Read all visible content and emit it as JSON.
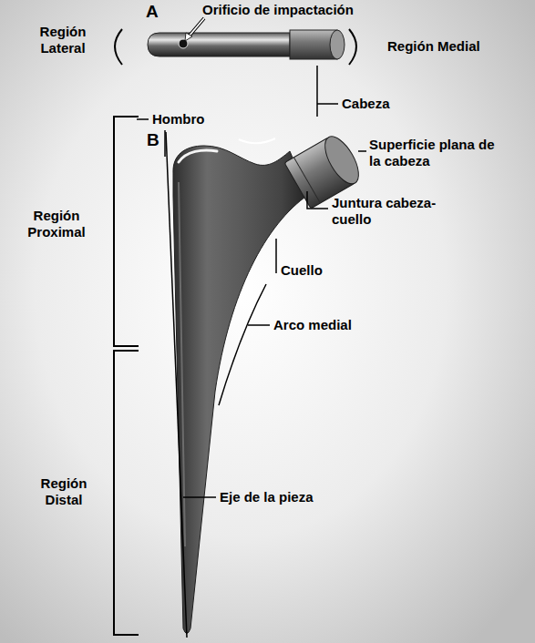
{
  "diagram": {
    "labels": [
      "A",
      "Orificio de impactación",
      "Región Lateral",
      "Región Medial",
      "Cabeza",
      "Hombro",
      "B",
      "Superficie plana de la cabeza",
      "Juntura cabeza-cuello",
      "Cuello",
      "Arco medial",
      "Región Proximal",
      "Región Distal",
      "Eje de la pieza"
    ]
  }
}
